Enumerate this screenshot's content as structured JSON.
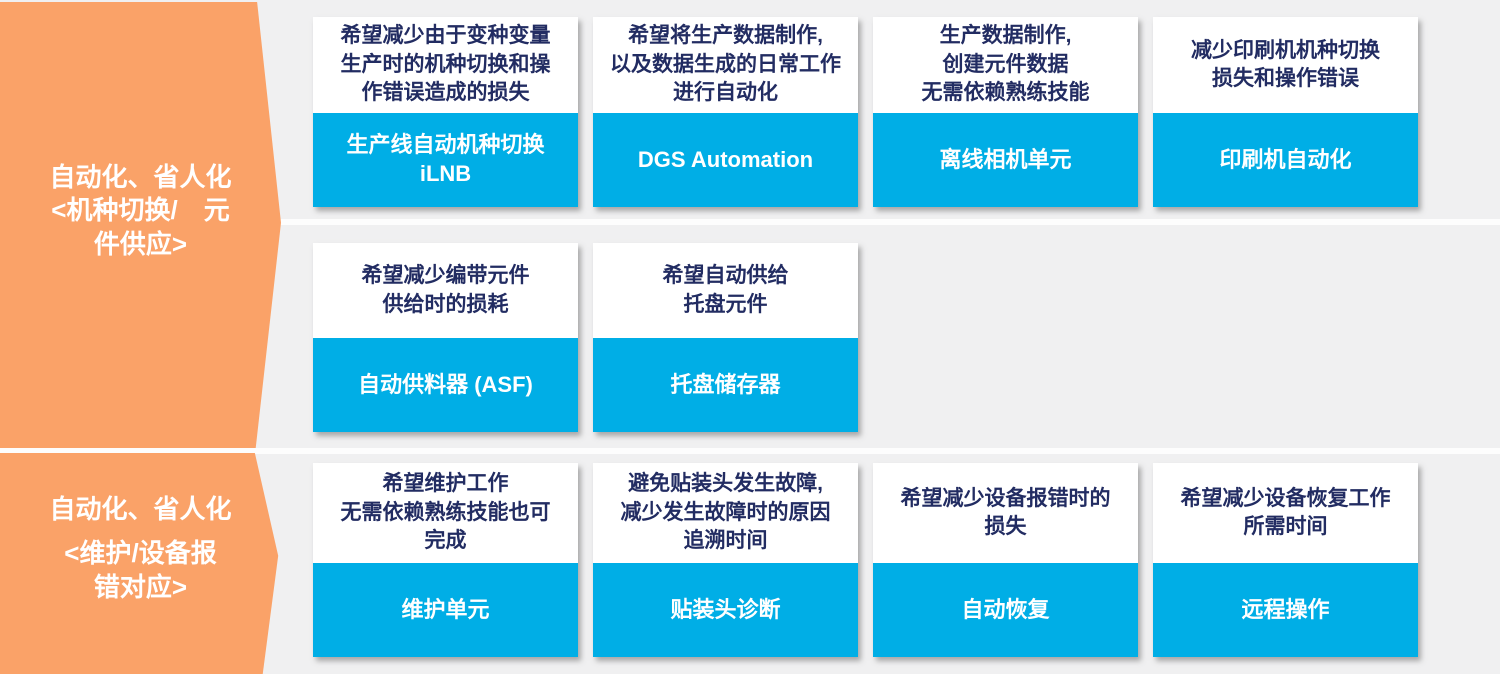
{
  "diagram": {
    "background_color": "#f0f0f1",
    "chevron_color": "#faa268",
    "solution_color": "#00aee6",
    "need_text_color": "#222c62"
  },
  "sections": [
    {
      "id": "changeover-supply",
      "chevron_label": "自动化、省人化\n<机种切换/　元\n件供应>"
    },
    {
      "id": "maintenance-error",
      "chevron_label_top": "自动化、省人化",
      "chevron_label_bottom": "<维护/设备报\n错对应>"
    }
  ],
  "cards": [
    {
      "need": "希望减少由于变种变量\n生产时的机种切换和操\n作错误造成的损失",
      "solution": "生产线自动机种切换\niLNB"
    },
    {
      "need": "希望将生产数据制作,\n以及数据生成的日常工作\n进行自动化",
      "solution": "DGS Automation"
    },
    {
      "need": "生产数据制作,\n创建元件数据\n无需依赖熟练技能",
      "solution": "离线相机单元"
    },
    {
      "need": "减少印刷机机种切换\n损失和操作错误",
      "solution": "印刷机自动化"
    },
    {
      "need": "希望减少编带元件\n供给时的损耗",
      "solution": "自动供料器 (ASF)"
    },
    {
      "need": "希望自动供给\n托盘元件",
      "solution": "托盘储存器"
    },
    {
      "need": "希望维护工作\n无需依赖熟练技能也可\n完成",
      "solution": "维护单元"
    },
    {
      "need": "避免贴装头发生故障,\n减少发生故障时的原因\n追溯时间",
      "solution": "贴装头诊断"
    },
    {
      "need": "希望减少设备报错时的\n损失",
      "solution": "自动恢复"
    },
    {
      "need": "希望减少设备恢复工作\n所需时间",
      "solution": "远程操作"
    }
  ]
}
